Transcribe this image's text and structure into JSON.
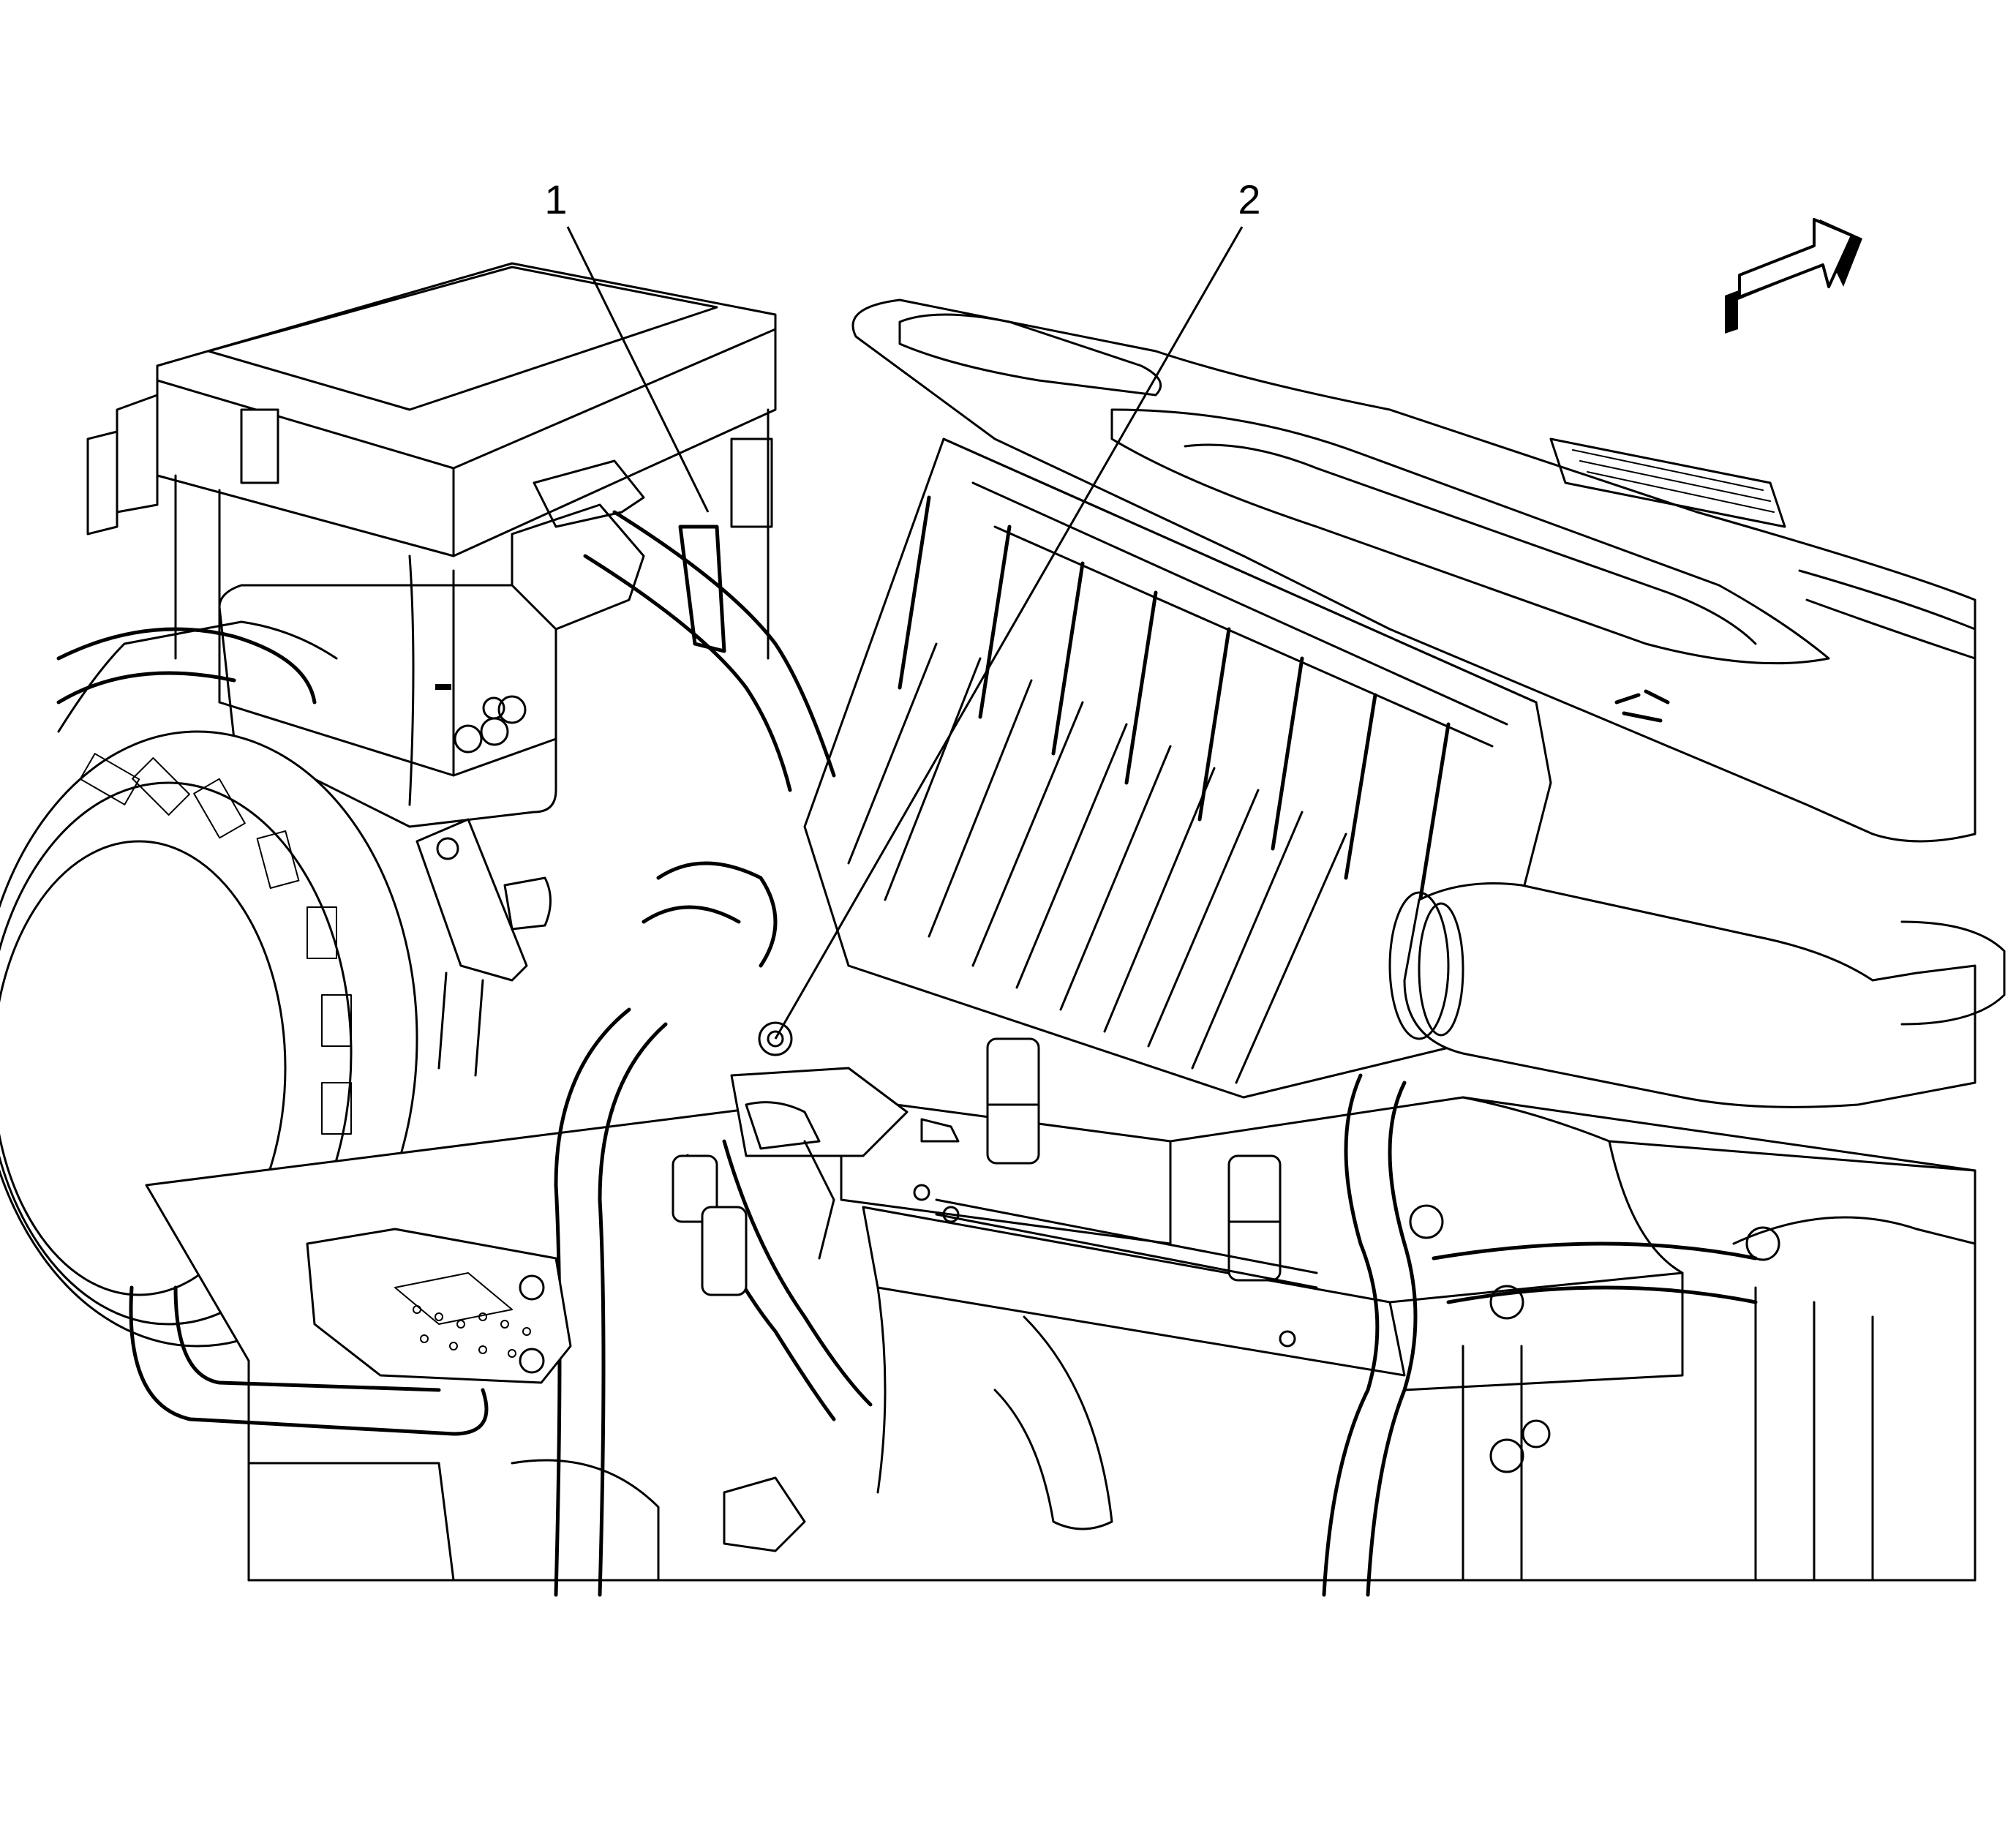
{
  "callouts": [
    {
      "id": "1",
      "label": "1"
    },
    {
      "id": "2",
      "label": "2"
    }
  ],
  "direction_arrow": {
    "icon": "forward-direction-arrow-icon"
  },
  "colors": {
    "ink": "#000000",
    "paper": "#ffffff"
  }
}
